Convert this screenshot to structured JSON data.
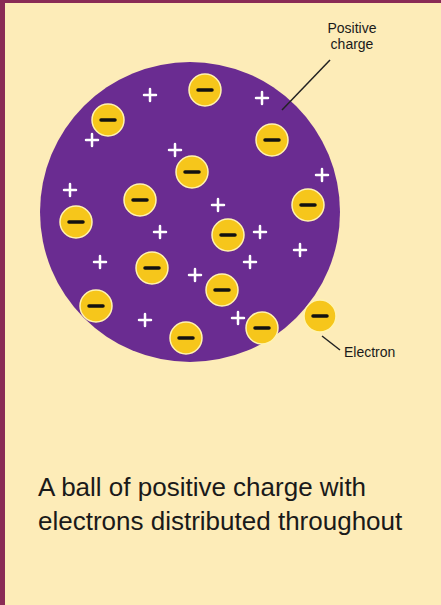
{
  "diagram": {
    "caption": "A ball of positive charge with electrons distributed throughout",
    "labels": [
      "Positive charge",
      "Electron"
    ]
  }
}
